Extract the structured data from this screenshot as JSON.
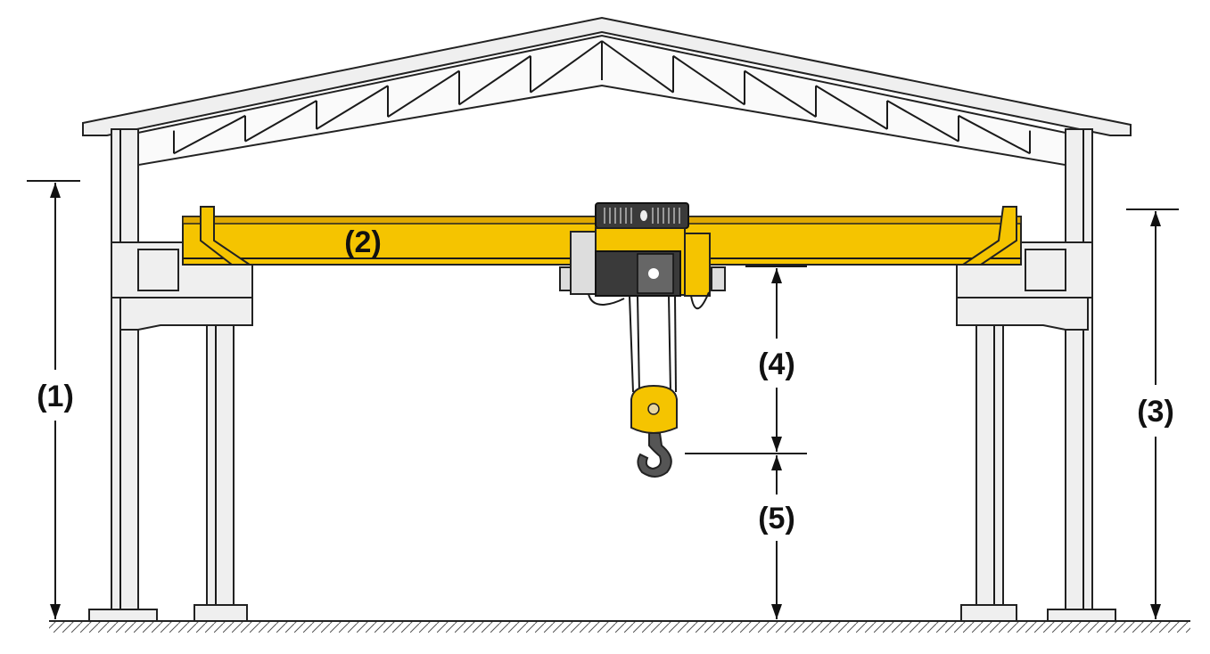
{
  "diagram": {
    "type": "overhead bridge crane elevation",
    "labels": {
      "l1": "(1)",
      "l2": "(2)",
      "l3": "(3)",
      "l4": "(4)",
      "l5": "(5)"
    },
    "colors": {
      "girder": "#f5c400",
      "hoist_dark": "#3a3a3a",
      "steel": "#efefef",
      "line": "#1a1a1a"
    }
  }
}
